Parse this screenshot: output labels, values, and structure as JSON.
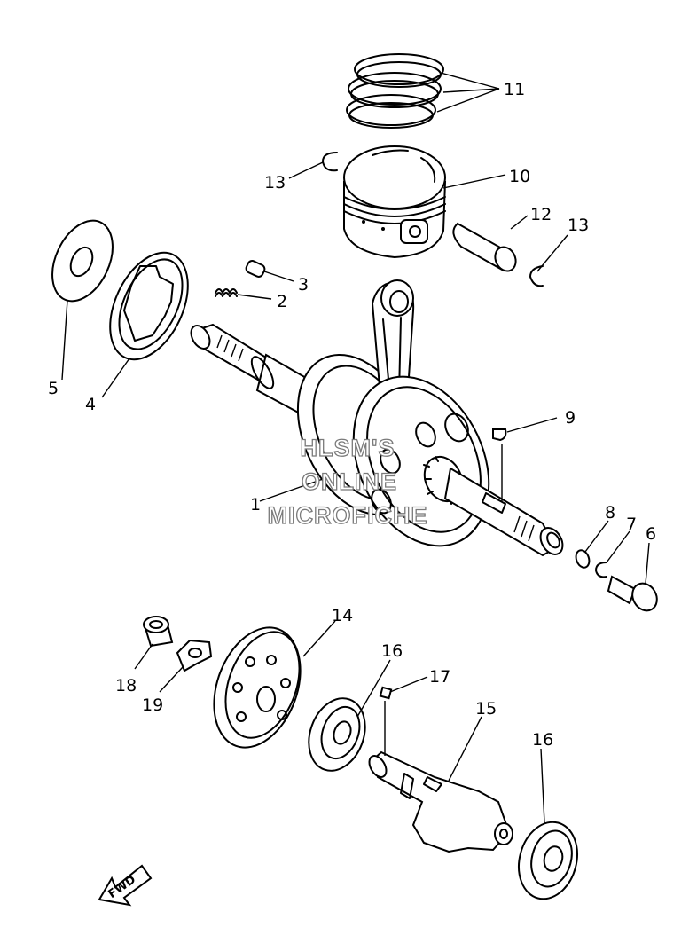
{
  "callouts": {
    "c1": "1",
    "c2": "2",
    "c3": "3",
    "c4": "4",
    "c5": "5",
    "c6": "6",
    "c7": "7",
    "c8": "8",
    "c9": "9",
    "c10": "10",
    "c11": "11",
    "c12": "12",
    "c13a": "13",
    "c13b": "13",
    "c14": "14",
    "c15": "15",
    "c16a": "16",
    "c16b": "16",
    "c17": "17",
    "c18": "18",
    "c19": "19"
  },
  "watermark": {
    "line1": "HLSM'S",
    "line2": "ONLINE",
    "line3": "MICROFICHE"
  },
  "direction_arrow": {
    "label": "FWD"
  }
}
